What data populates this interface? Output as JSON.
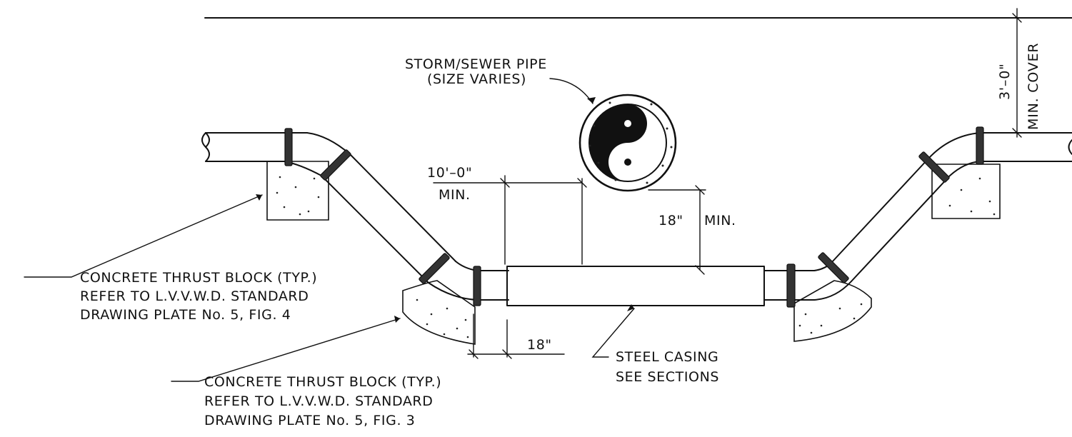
{
  "labels": {
    "storm_pipe_line1": "STORM/SEWER PIPE",
    "storm_pipe_line2": "(SIZE VARIES)",
    "sep_horizontal_line1": "10'–0\"",
    "sep_horizontal_line2": "MIN.",
    "sep_vertical": "18\"",
    "sep_vertical_min": "MIN.",
    "flange_offset": "18\"",
    "cover_depth": "3'–0\"",
    "cover_text": "MIN. COVER",
    "thrust_upper_line1": "CONCRETE THRUST BLOCK (TYP.)",
    "thrust_upper_line2": "REFER TO L.V.V.W.D. STANDARD",
    "thrust_upper_line3": "DRAWING PLATE No. 5, FIG. 4",
    "thrust_lower_line1": "CONCRETE THRUST BLOCK (TYP.)",
    "thrust_lower_line2": "REFER TO L.V.V.W.D. STANDARD",
    "thrust_lower_line3": "DRAWING PLATE No. 5, FIG. 3",
    "casing_line1": "STEEL CASING",
    "casing_line2": "SEE SECTIONS"
  },
  "colors": {
    "ink": "#111111",
    "paper": "#ffffff"
  }
}
